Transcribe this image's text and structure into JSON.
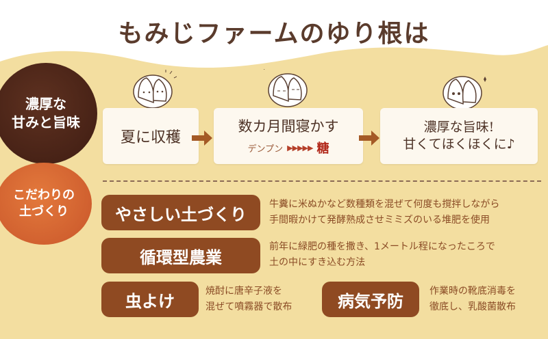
{
  "title": "もみじファームのゆり根は",
  "section1": {
    "badge": [
      "濃厚な",
      "甘みと旨味"
    ],
    "steps": [
      {
        "label": "夏に収穫"
      },
      {
        "label": "数カ月間寝かす",
        "from": "デンプン",
        "arrows": "▶▶▶▶▶",
        "to": "糖"
      },
      {
        "label": [
          "濃厚な旨味!",
          "甘くてほくほくに♪"
        ]
      }
    ]
  },
  "section2": {
    "badge": [
      "こだわりの",
      "土づくり"
    ],
    "items": [
      {
        "title": "やさしい土づくり",
        "desc": [
          "牛糞に米ぬかなど数種類を混ぜて何度も撹拌しながら",
          "手間暇かけて発酵熟成させミミズのいる堆肥を使用"
        ]
      },
      {
        "title": "循環型農業",
        "desc": [
          "前年に緑肥の種を撒き、1メートル程になったころで",
          "土の中にすき込む方法"
        ]
      },
      {
        "title": "虫よけ",
        "desc": [
          "焼酎に唐辛子液を",
          "混ぜて噴霧器で散布"
        ]
      },
      {
        "title": "病気予防",
        "desc": [
          "作業時の靴底消毒を",
          "徹底し、乳酸菌散布"
        ]
      }
    ]
  },
  "colors": {
    "cream": "#f3dea0",
    "dark_brown": "#4a2418",
    "orange": "#d66a33",
    "pill": "#8f4a22",
    "text": "#8a4b25"
  }
}
